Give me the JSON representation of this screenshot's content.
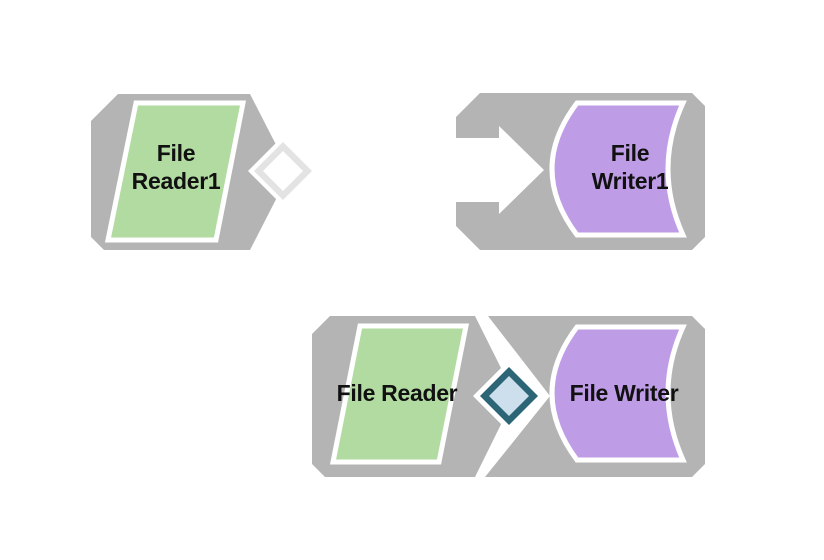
{
  "app": {
    "background": "#ffffff",
    "view": "workflow-canvas"
  },
  "colors": {
    "node_gray": "#b4b4b4",
    "reader_green": "#b2dba2",
    "writer_purple": "#bf9ce6",
    "white": "#ffffff",
    "label": "#111111",
    "port_connected_border": "#2c6575",
    "port_connected_fill": "#cddeed",
    "port_open_border": "#e3e3e3",
    "port_open_fill": "#ffffff"
  },
  "nodes": {
    "reader1": {
      "label": "File Reader1",
      "lines": [
        "File",
        "Reader1"
      ],
      "type": "File Reader",
      "state": "disconnected"
    },
    "writer1": {
      "label": "File Writer1",
      "lines": [
        "File",
        "Writer1"
      ],
      "type": "File Writer",
      "state": "disconnected"
    },
    "reader2": {
      "label": "File Reader",
      "lines": [
        "File Reader"
      ],
      "type": "File Reader",
      "state": "connected"
    },
    "writer2": {
      "label": "File Writer",
      "lines": [
        "File Writer"
      ],
      "type": "File Writer",
      "state": "connected"
    }
  }
}
